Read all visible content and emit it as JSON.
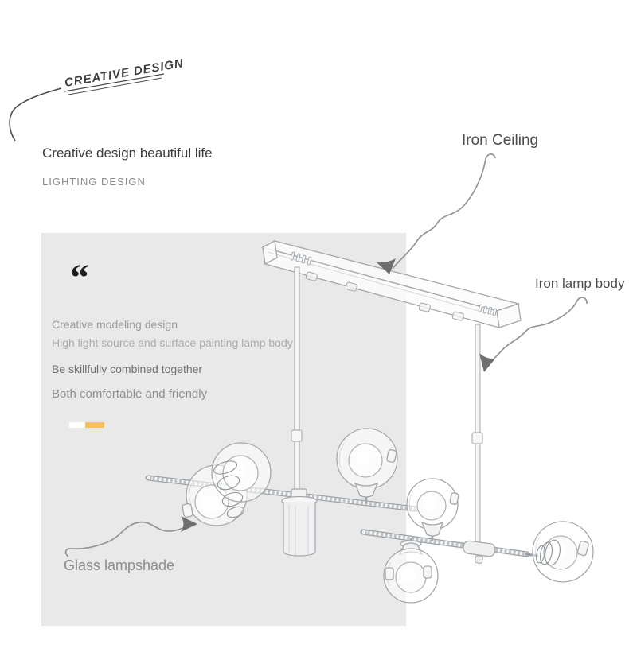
{
  "hero": {
    "handwritten": "CREATIVE DESIGN",
    "heading": "Creative design beautiful life",
    "subheading": "LIGHTING DESIGN"
  },
  "panel": {
    "bg_color": "#e9e9e9",
    "quote_glyph": "“",
    "lines": [
      {
        "text": "Creative modeling design",
        "color": "#9c9c9c"
      },
      {
        "text": "High light source and surface painting lamp body",
        "color": "#ababab"
      },
      {
        "text": "Be skillfully combined together",
        "color": "#6f6f6f"
      },
      {
        "text": "Both comfortable and friendly",
        "color": "#8f8f8f"
      }
    ],
    "accent_colors": {
      "white": "#ffffff",
      "yellow": "#f7c34f"
    }
  },
  "callouts": {
    "ceiling": "Iron Ceiling",
    "lamp_body": "Iron lamp body",
    "lampshade": "Glass lampshade"
  },
  "drawing": {
    "subject": "pendant-lamp-technical-sketch",
    "line_color": "#a3a8ac",
    "arrow_color": "#949494",
    "arrowhead_color": "#6e6e6e",
    "glass_globe_count": 7
  }
}
